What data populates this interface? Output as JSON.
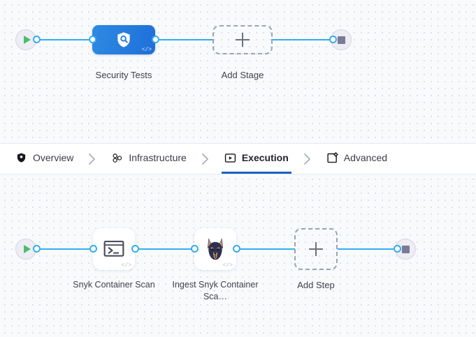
{
  "theme": {
    "wire_color": "#32adf3",
    "stage_gradient_from": "#2e8ae3",
    "stage_gradient_to": "#1f6fd8",
    "active_tab_underline": "#1a62c4",
    "canvas_bg": "#f8fafc",
    "play_green": "#4bbd6b",
    "stop_gray": "#7a7a95"
  },
  "stage_canvas": {
    "start_node": {
      "icon": "play-icon"
    },
    "stop_node": {
      "icon": "stop-icon"
    },
    "stage": {
      "label": "Security Tests",
      "icon": "shield-search-icon",
      "badge": "</>"
    },
    "add_stage": {
      "label": "Add Stage",
      "icon": "plus-icon"
    }
  },
  "tabs": [
    {
      "id": "overview",
      "label": "Overview",
      "icon": "shield-icon",
      "active": false
    },
    {
      "id": "infrastructure",
      "label": "Infrastructure",
      "icon": "nodes-icon",
      "active": false
    },
    {
      "id": "execution",
      "label": "Execution",
      "icon": "play-box-icon",
      "active": true
    },
    {
      "id": "advanced",
      "label": "Advanced",
      "icon": "box-gear-icon",
      "active": false
    }
  ],
  "tab_separator": "chevron-right-icon",
  "step_canvas": {
    "start_node": {
      "icon": "play-icon"
    },
    "stop_node": {
      "icon": "stop-icon"
    },
    "steps": [
      {
        "label": "Snyk Container Scan",
        "icon": "terminal-icon",
        "badge": "</>"
      },
      {
        "label": "Ingest Snyk Container Sca…",
        "icon": "doberman-dog-icon",
        "badge": "</>"
      }
    ],
    "add_step": {
      "label": "Add Step",
      "icon": "plus-icon"
    }
  }
}
